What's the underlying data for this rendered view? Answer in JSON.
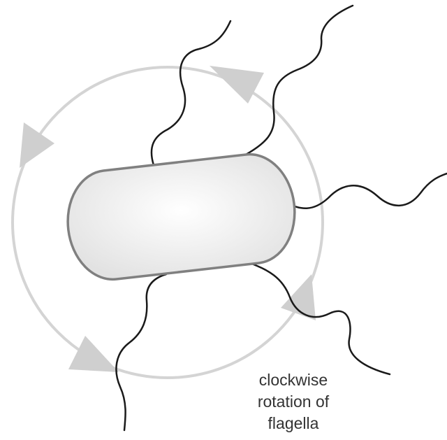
{
  "caption": {
    "line1": "clockwise",
    "line2": "rotation of",
    "line3": "flagella"
  },
  "colors": {
    "background": "#ffffff",
    "rotation_circle": "#d4d4d4",
    "rotation_arrows": "#cfcfcf",
    "cell_outline": "#808080",
    "cell_fill_center": "#ffffff",
    "cell_fill_edge": "#e2e2e2",
    "flagella": "#1a1a1a",
    "caption_text": "#333333"
  },
  "rotation_direction": "clockwise"
}
